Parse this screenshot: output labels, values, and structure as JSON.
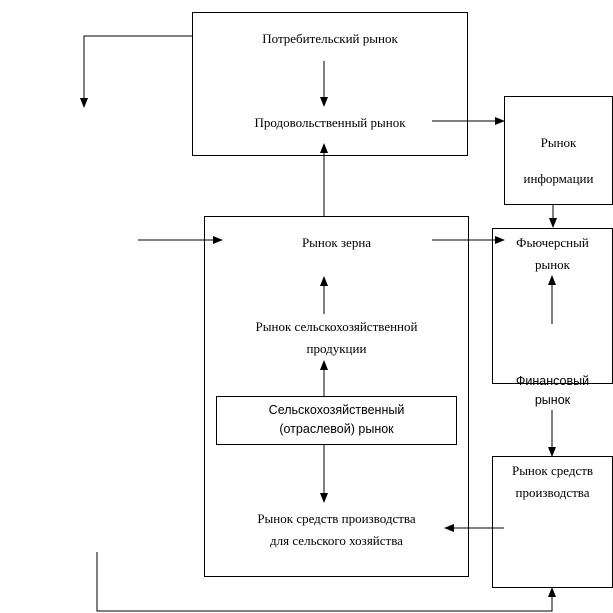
{
  "diagram": {
    "consumer_market": "Потребительский рынок",
    "food_market": "Продовольственный рынок",
    "info_market_line1": "Рынок",
    "info_market_line2": "информации",
    "grain_market": "Рынок зерна",
    "futures_market_line1": "Фьючерсный",
    "futures_market_line2": "рынок",
    "financial_market_line1": "Финансовый",
    "financial_market_line2": "рынок",
    "agri_products_line1": "Рынок сельскохозяйственной",
    "agri_products_line2": "продукции",
    "agri_sector_line1": "Сельскохозяйственный",
    "agri_sector_line2": "(отраслевой) рынок",
    "means_prod_line1": "Рынок средств",
    "means_prod_line2": "производства",
    "agri_means_line1": "Рынок средств производства",
    "agri_means_line2": "для сельского хозяйства"
  }
}
